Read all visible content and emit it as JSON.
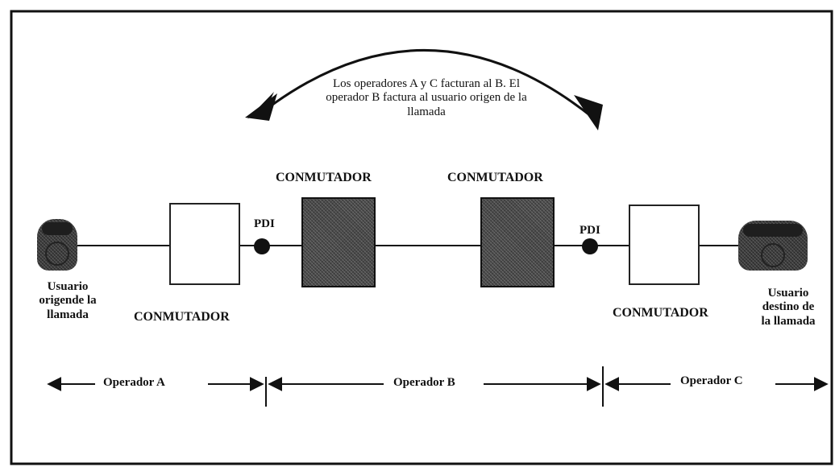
{
  "caption": {
    "line1": "Los operadores A y C facturan al B. El",
    "line2": "operador B factura al usuario origen de la",
    "line3": "llamada"
  },
  "switches": {
    "top_left": "CONMUTADOR",
    "top_right": "CONMUTADOR",
    "bottom_left": "CONMUTADOR",
    "bottom_right": "CONMUTADOR"
  },
  "pdi": {
    "left": "PDI",
    "right": "PDI"
  },
  "users": {
    "origin": {
      "line1": "Usuario",
      "line2": "origende la",
      "line3": "llamada"
    },
    "destination": {
      "line1": "Usuario",
      "line2": "destino de",
      "line3": "la llamada"
    }
  },
  "operators": {
    "a": "Operador A",
    "b": "Operador B",
    "c": "Operador C"
  },
  "icons": {
    "origin_phone": "telephone-icon",
    "destination_phone": "telephone-icon",
    "curved_arrow": "double-headed-curved-arrow",
    "pdi_dot": "interconnection-point-dot"
  },
  "colors": {
    "line": "#111111",
    "dark_switch": "#4a4a4a",
    "background": "#ffffff"
  }
}
